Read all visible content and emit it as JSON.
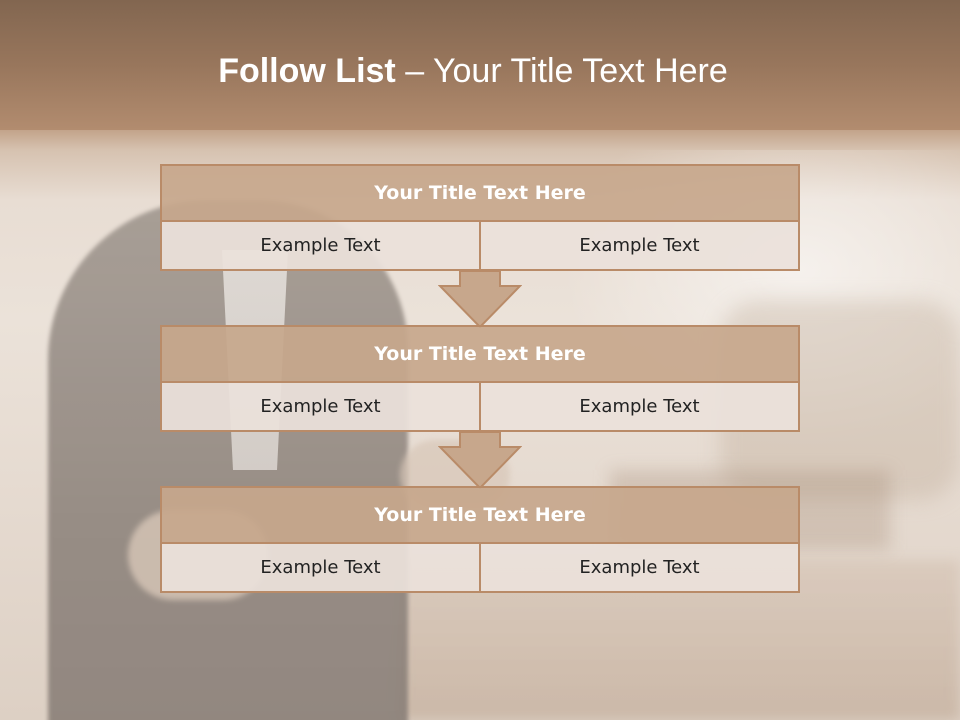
{
  "slide": {
    "title_bold": "Follow List",
    "title_rest": "– Your Title Text Here"
  },
  "blocks": [
    {
      "title": "Your Title Text Here",
      "left": "Example Text",
      "right": "Example Text"
    },
    {
      "title": "Your Title Text Here",
      "left": "Example Text",
      "right": "Example Text"
    },
    {
      "title": "Your Title Text Here",
      "left": "Example Text",
      "right": "Example Text"
    }
  ],
  "colors": {
    "header": "#9a785e",
    "block_title_fill": "#c7a78c",
    "block_border": "#b98b68",
    "cell_fill": "#ebe1da"
  },
  "icons": {
    "connector": "down-arrow-icon"
  }
}
